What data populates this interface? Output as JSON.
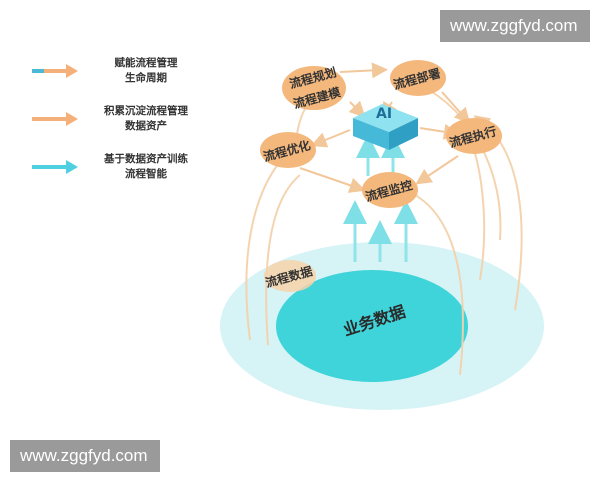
{
  "watermark": {
    "top": "www.zggfyd.com",
    "bottom": "www.zggfyd.com"
  },
  "legend": [
    {
      "line1": "赋能流程管理",
      "line2": "生命周期",
      "color": "#f5b07a",
      "tail": "#4ab8d6"
    },
    {
      "line1": "积累沉淀流程管理",
      "line2": "数据资产",
      "color": "#f5b07a",
      "tail": "#f5b07a"
    },
    {
      "line1": "基于数据资产训练",
      "line2": "流程智能",
      "color": "#4fd0e0",
      "tail": "#4fd0e0"
    }
  ],
  "nodes": {
    "design": "流程规划",
    "design2": "流程建模",
    "deploy": "流程部署",
    "execute": "流程执行",
    "optimize": "流程优化",
    "monitor": "流程监控",
    "data": "流程数据"
  },
  "center": {
    "label": "业务数据"
  },
  "hub": {
    "label": "AI"
  },
  "colors": {
    "orange": "#f4b77c",
    "cyan": "#3fd3da",
    "pale": "#d8f4f7",
    "hub": "#58c7e6"
  }
}
